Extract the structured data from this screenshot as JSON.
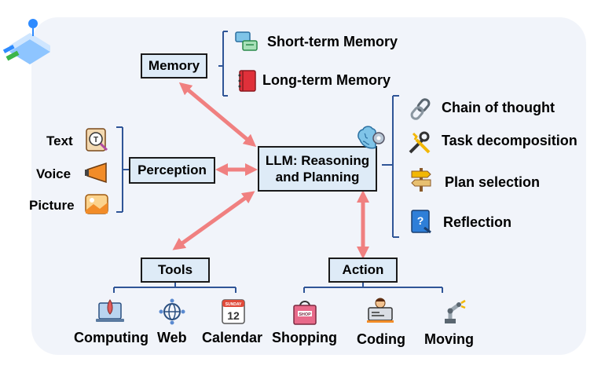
{
  "center": {
    "title": "LLM: Reasoning and Planning",
    "line1": "LLM: Reasoning",
    "line2": "and Planning"
  },
  "memory": {
    "title": "Memory",
    "items": [
      {
        "label": "Short-term Memory",
        "icon": "chat-bubbles-icon"
      },
      {
        "label": "Long-term Memory",
        "icon": "notebook-icon"
      }
    ]
  },
  "perception": {
    "title": "Perception",
    "items": [
      {
        "label": "Text",
        "icon": "text-scroll-icon"
      },
      {
        "label": "Voice",
        "icon": "megaphone-icon"
      },
      {
        "label": "Picture",
        "icon": "picture-icon"
      }
    ]
  },
  "planning": {
    "items": [
      {
        "label": "Chain of thought",
        "icon": "chain-link-icon"
      },
      {
        "label": "Task decomposition",
        "icon": "tools-icon"
      },
      {
        "label": "Plan selection",
        "icon": "signpost-icon"
      },
      {
        "label": "Reflection",
        "icon": "reflection-book-icon"
      }
    ]
  },
  "tools": {
    "title": "Tools",
    "items": [
      {
        "label": "Computing",
        "icon": "laptop-rocket-icon"
      },
      {
        "label": "Web",
        "icon": "globe-network-icon"
      },
      {
        "label": "Calendar",
        "icon": "calendar-icon"
      }
    ]
  },
  "action": {
    "title": "Action",
    "items": [
      {
        "label": "Shopping",
        "icon": "shopping-bag-icon"
      },
      {
        "label": "Coding",
        "icon": "coder-at-computer-icon"
      },
      {
        "label": "Moving",
        "icon": "robot-arm-icon"
      }
    ]
  },
  "calendar": {
    "month": "SUNDAY",
    "day": "12"
  },
  "shop_sign": "SHOP",
  "colors": {
    "arrow": "#f08080",
    "bracket": "#2f5597",
    "box_fill": "#deebf7",
    "panel": "#f1f4fa"
  }
}
